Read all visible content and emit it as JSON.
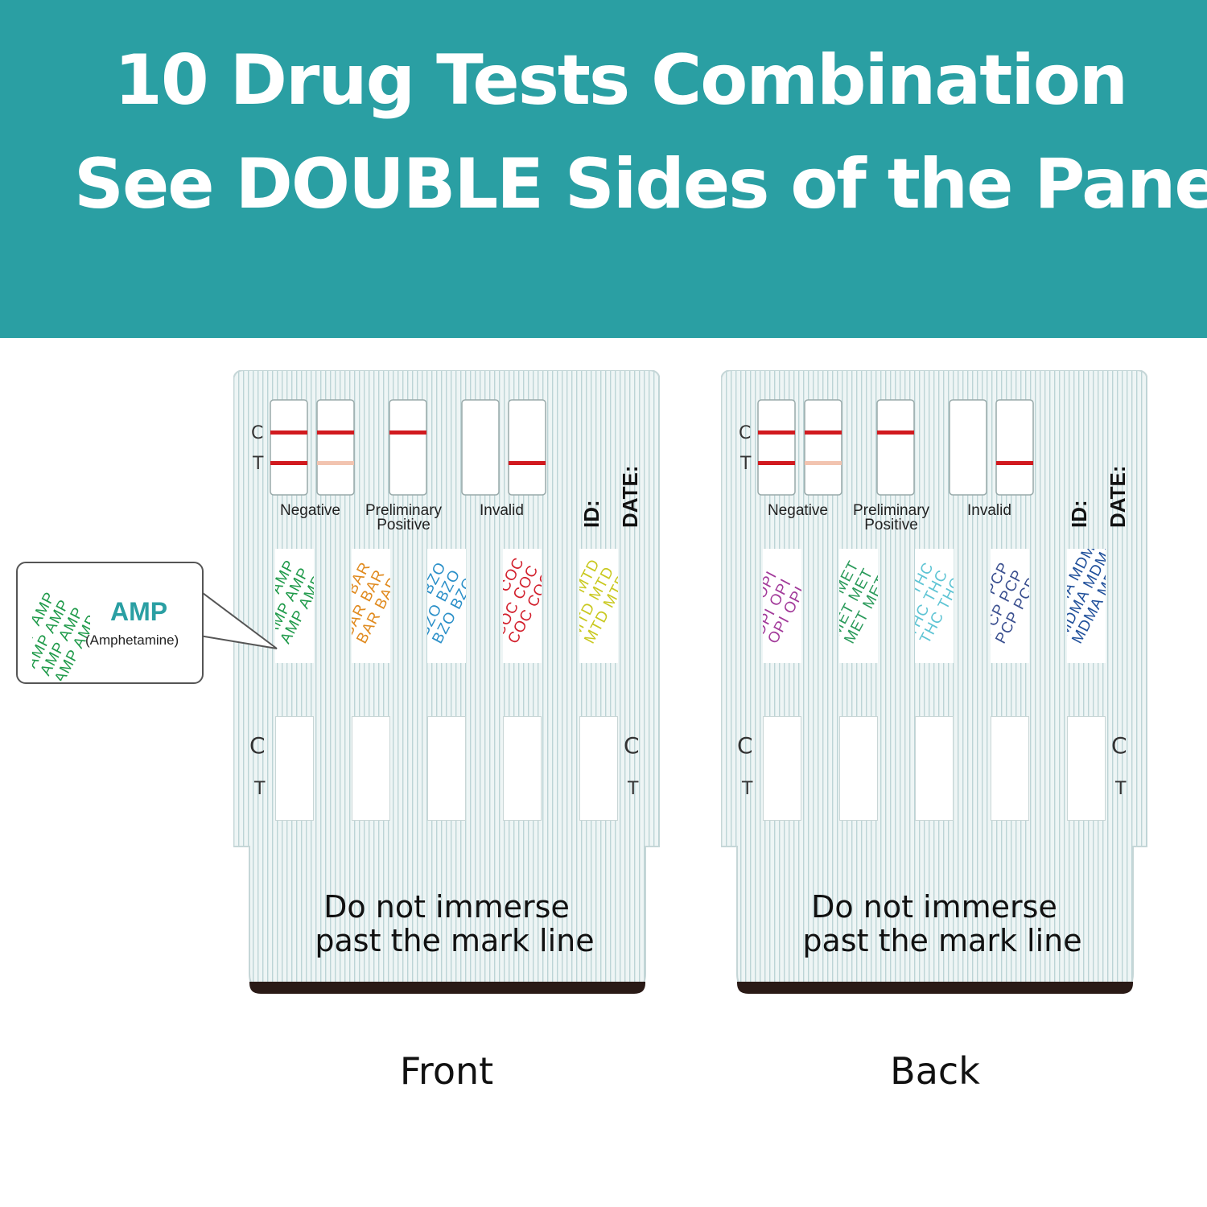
{
  "banner": {
    "title_line1": "10 Drug Tests Combination",
    "title_line2": "See DOUBLE Sides of the Panel",
    "color": "#2a9fa3"
  },
  "panel_common": {
    "c_label": "C",
    "t_label": "T",
    "legend_negative": "Negative",
    "legend_preliminary_line1": "Preliminary",
    "legend_preliminary_line2": "Positive",
    "legend_invalid": "Invalid",
    "id_label": "ID:",
    "date_label": "DATE:",
    "warning_line1": "Do not immerse",
    "warning_line2": "past the mark line"
  },
  "front": {
    "side_label": "Front",
    "strips": [
      {
        "code": "AMP",
        "color": "#1f9a4a"
      },
      {
        "code": "BAR",
        "color": "#e08a1e"
      },
      {
        "code": "BZO",
        "color": "#2a8fc8"
      },
      {
        "code": "COC",
        "color": "#d21f2c"
      },
      {
        "code": "MTD",
        "color": "#c9c81e"
      }
    ]
  },
  "back": {
    "side_label": "Back",
    "strips": [
      {
        "code": "OPI",
        "color": "#a23a9a"
      },
      {
        "code": "MET",
        "color": "#2a9a5a"
      },
      {
        "code": "THC",
        "color": "#5ec4d4"
      },
      {
        "code": "PCP",
        "color": "#3a4f8f"
      },
      {
        "code": "MDMA",
        "color": "#1f4f9a"
      }
    ]
  },
  "callout": {
    "code": "AMP",
    "name": "(Amphetamine)",
    "code_color": "#2a9fa3",
    "strip_color": "#1f9a4a"
  },
  "colors": {
    "result_line_red": "#d11a1f",
    "faint_line": "#f2c4b0",
    "panel_bg": "#e9f3f3",
    "panel_stripe": "#bcd4d6",
    "panel_bottom_band": "#2a1a16"
  }
}
